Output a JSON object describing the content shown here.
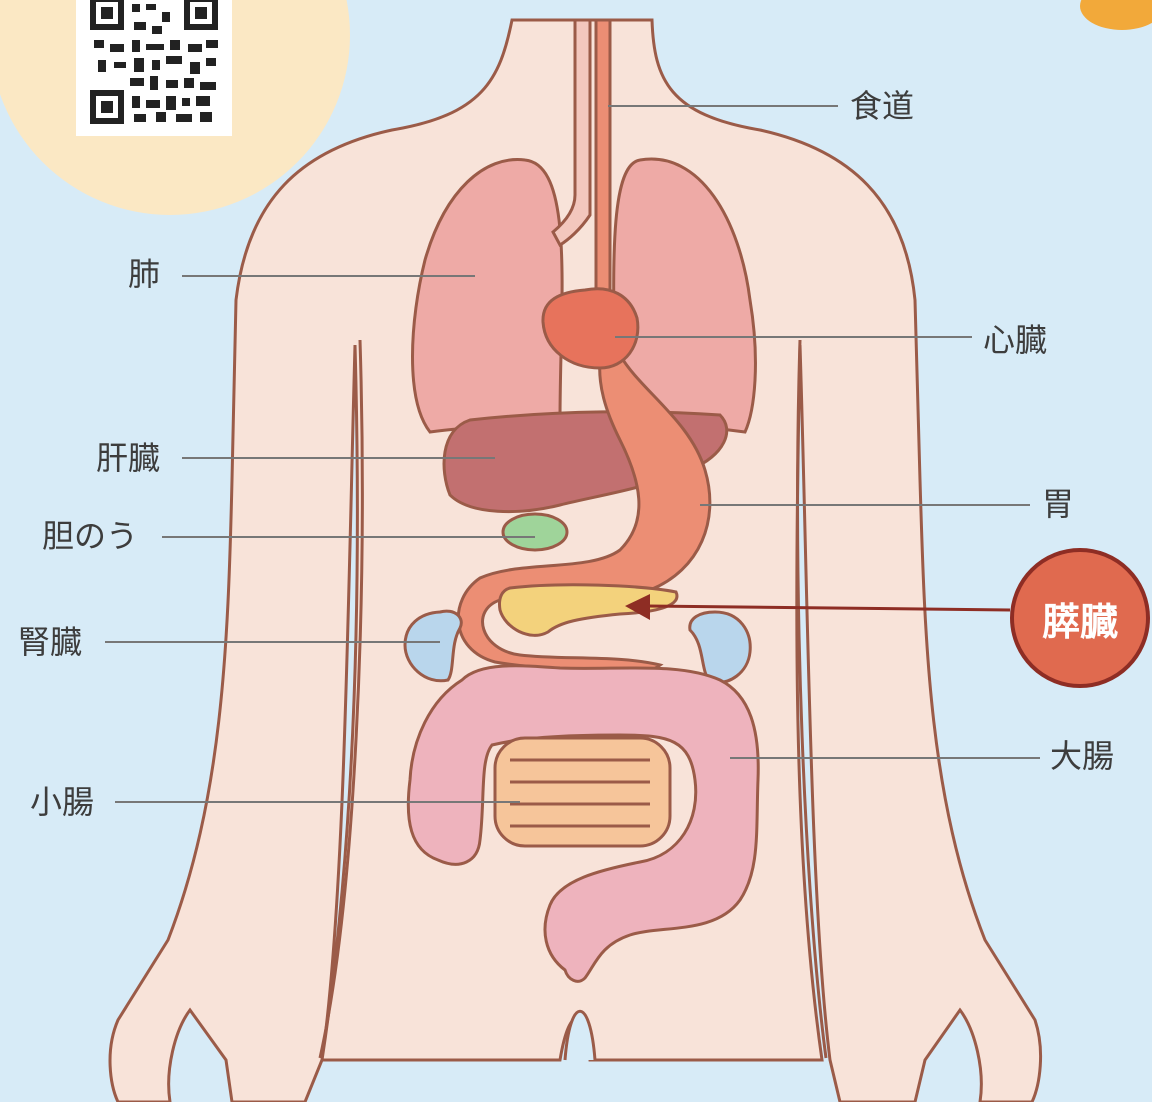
{
  "labels": {
    "esophagus": "食道",
    "lung": "肺",
    "heart": "心臓",
    "liver": "肝臓",
    "stomach": "胃",
    "gallbladder": "胆のう",
    "kidney": "腎臓",
    "pancreas": "膵臓",
    "small_intestine": "小腸",
    "large_intestine": "大腸"
  },
  "colors": {
    "background": "#d7ebf7",
    "body": "#f8e3d9",
    "outline": "#9b5b48",
    "lung": "#eeaaa6",
    "heart": "#e7735c",
    "liver": "#c27070",
    "stomach": "#ec8e74",
    "gallbladder": "#9fd49a",
    "pancreas": "#f3d27c",
    "kidney": "#b9d6ec",
    "large_intestine": "#eeb3bd",
    "small_intestine": "#f6c59a",
    "accent": "#e06a4f"
  }
}
